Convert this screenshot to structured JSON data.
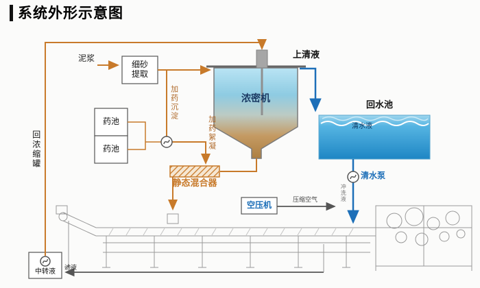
{
  "title": "系统外形示意图",
  "nodes": {
    "mud": {
      "label": "泥浆"
    },
    "sand_extraction": {
      "line1": "细砂",
      "line2": "提取"
    },
    "supernatant": {
      "label": "上清液"
    },
    "thickener": {
      "label": "浓密机"
    },
    "return_pool": {
      "label": "回水池"
    },
    "clear_water": {
      "label": "清水液"
    },
    "chem_pool_1": {
      "label": "药池"
    },
    "chem_pool_2": {
      "label": "药池"
    },
    "dosing_sedimentation": {
      "label": "加药沉淀"
    },
    "dosing_flocculation": {
      "label": "加药絮凝"
    },
    "static_mixer": {
      "label": "静态混合器"
    },
    "return_concentration_tank": {
      "label": "回浓缩罐"
    },
    "transfer_liquid": {
      "label": "中转液"
    },
    "clean_water_pump": {
      "label": "清水泵"
    },
    "air_compressor": {
      "label": "空压机"
    },
    "compressed_air": {
      "label": "压缩空气"
    },
    "flush_liquid": {
      "label": "冲洗液"
    },
    "filtrate": {
      "label": "滤液"
    }
  },
  "colors": {
    "slurry_line": "#c87a2a",
    "water_line": "#1d6fb8",
    "machine_steel": "#999999",
    "pool_blue": "#1e86c4",
    "tank_top": "#b9e4f4",
    "tank_bottom": "#ad7f42"
  }
}
